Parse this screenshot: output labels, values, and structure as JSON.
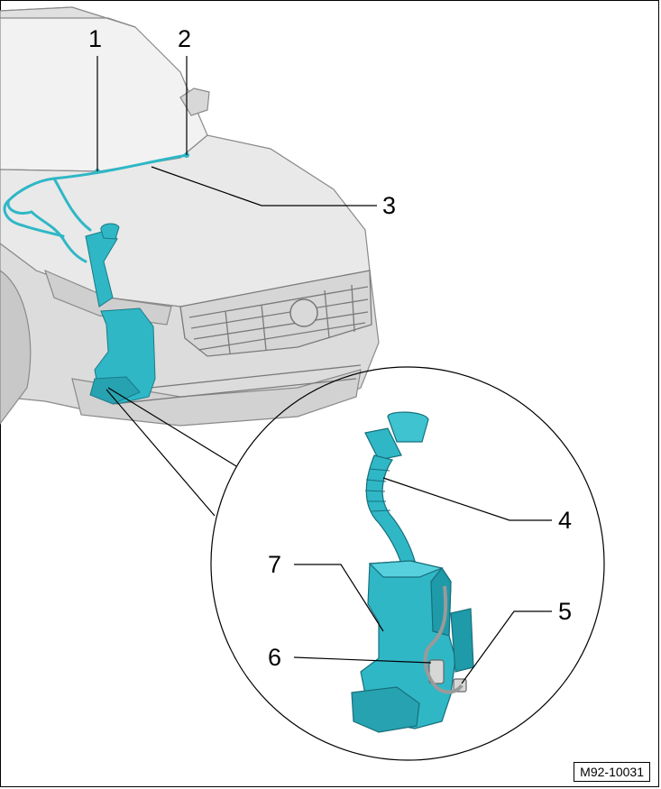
{
  "figure_id": "M92-10031",
  "callouts": {
    "c1": "1",
    "c2": "2",
    "c3": "3",
    "c4": "4",
    "c5": "5",
    "c6": "6",
    "c7": "7"
  },
  "colors": {
    "component": "#2fb7c6",
    "component_dark": "#1a8796",
    "car_body": "#e6e6e6",
    "car_line": "#8a8a8a",
    "leader": "#000000"
  }
}
